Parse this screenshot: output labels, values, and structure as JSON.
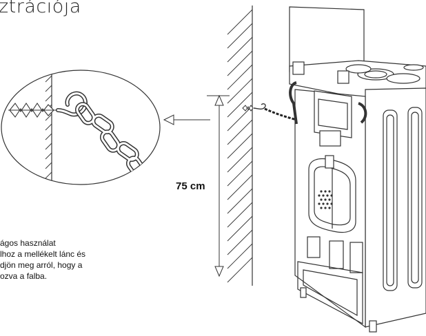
{
  "document": {
    "title": "ztrációja",
    "dimension_label": "75 cm",
    "note_lines": [
      "ágos használat",
      "lhoz a mellékelt lánc és",
      "djön meg arról, hogy a",
      "ozva a falba."
    ]
  },
  "colors": {
    "ink": "#111111",
    "line": "#333333",
    "background": "#ffffff"
  }
}
